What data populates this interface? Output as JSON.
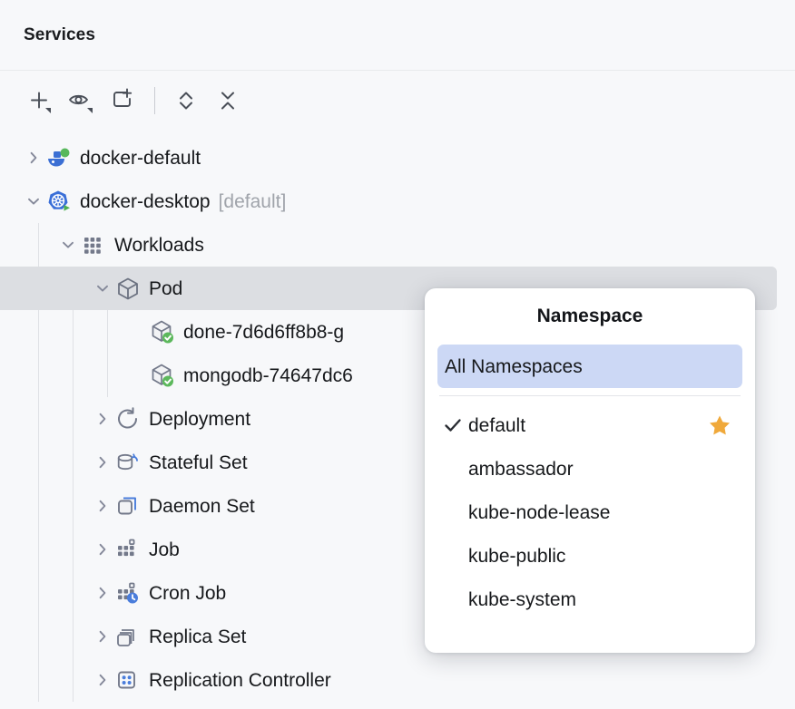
{
  "header": {
    "title": "Services"
  },
  "toolbar": {
    "buttons": [
      {
        "name": "add-service-button",
        "icon": "plus-icon",
        "has_dropdown": true
      },
      {
        "name": "view-options-button",
        "icon": "eye-icon",
        "has_dropdown": true
      },
      {
        "name": "add-tab-button",
        "icon": "add-tab-icon",
        "has_dropdown": false
      },
      {
        "name": "expand-all-button",
        "icon": "expand-all-icon",
        "has_dropdown": false
      },
      {
        "name": "collapse-all-button",
        "icon": "collapse-all-icon",
        "has_dropdown": false
      }
    ]
  },
  "tree": {
    "rows": [
      {
        "label": "docker-default",
        "suffix": "",
        "icon": "docker-icon",
        "twisty": "collapsed",
        "depth": 0,
        "selected": false
      },
      {
        "label": "docker-desktop",
        "suffix": "[default]",
        "icon": "kubernetes-icon",
        "twisty": "expanded",
        "depth": 0,
        "selected": false
      },
      {
        "label": "Workloads",
        "suffix": "",
        "icon": "workloads-icon",
        "twisty": "expanded",
        "depth": 1,
        "selected": false
      },
      {
        "label": "Pod",
        "suffix": "",
        "icon": "pod-icon",
        "twisty": "expanded",
        "depth": 2,
        "selected": true
      },
      {
        "label": "done-7d6d6ff8b8-g",
        "suffix": "",
        "icon": "pod-running-icon",
        "twisty": "none",
        "depth": 3,
        "selected": false
      },
      {
        "label": "mongodb-74647dc6",
        "suffix": "",
        "icon": "pod-running-icon",
        "twisty": "none",
        "depth": 3,
        "selected": false
      },
      {
        "label": "Deployment",
        "suffix": "",
        "icon": "deployment-icon",
        "twisty": "collapsed",
        "depth": 2,
        "selected": false
      },
      {
        "label": "Stateful Set",
        "suffix": "",
        "icon": "stateful-set-icon",
        "twisty": "collapsed",
        "depth": 2,
        "selected": false
      },
      {
        "label": "Daemon Set",
        "suffix": "",
        "icon": "daemon-set-icon",
        "twisty": "collapsed",
        "depth": 2,
        "selected": false
      },
      {
        "label": "Job",
        "suffix": "",
        "icon": "job-icon",
        "twisty": "collapsed",
        "depth": 2,
        "selected": false
      },
      {
        "label": "Cron Job",
        "suffix": "",
        "icon": "cron-job-icon",
        "twisty": "collapsed",
        "depth": 2,
        "selected": false
      },
      {
        "label": "Replica Set",
        "suffix": "",
        "icon": "replica-set-icon",
        "twisty": "collapsed",
        "depth": 2,
        "selected": false
      },
      {
        "label": "Replication Controller",
        "suffix": "",
        "icon": "replication-controller-icon",
        "twisty": "collapsed",
        "depth": 2,
        "selected": false
      }
    ]
  },
  "namespace_popup": {
    "title": "Namespace",
    "all_namespaces_label": "All Namespaces",
    "items": [
      {
        "label": "default",
        "checked": true,
        "starred": true
      },
      {
        "label": "ambassador",
        "checked": false,
        "starred": false
      },
      {
        "label": "kube-node-lease",
        "checked": false,
        "starred": false
      },
      {
        "label": "kube-public",
        "checked": false,
        "starred": false
      },
      {
        "label": "kube-system",
        "checked": false,
        "starred": false
      }
    ]
  },
  "colors": {
    "background": "#f7f8fa",
    "selection": "#dcdee2",
    "menu_highlight": "#ccd8f5",
    "star": "#f0a93b",
    "status_green": "#5cb85c",
    "docker_blue": "#3b6fd4",
    "k8s_blue": "#3a6fd8",
    "accent_blue": "#4a7ddb"
  }
}
